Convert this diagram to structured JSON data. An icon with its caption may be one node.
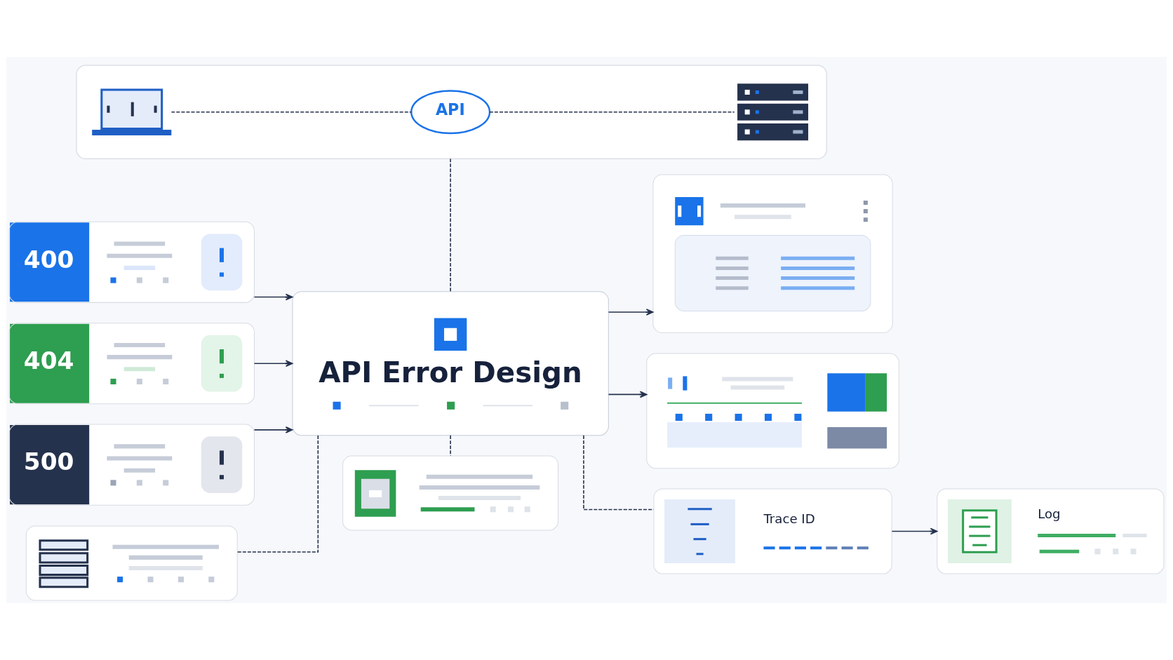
{
  "diagram": {
    "nodes": [
      {
        "text": [],
        "shape": "box"
      },
      {
        "text": [],
        "shape": "picture",
        "in": 0
      },
      {
        "text": [
          "API"
        ],
        "in": 0
      },
      {
        "text": [],
        "shape": "picture",
        "in": 0
      },
      {
        "text": [],
        "shape": "box"
      },
      {
        "text": [
          "400"
        ]
      },
      {
        "text": [
          "404"
        ]
      },
      {
        "text": [
          "500"
        ]
      },
      {
        "text": [
          "API Error Design"
        ]
      },
      {
        "text": [],
        "shape": "box"
      },
      {
        "text": [],
        "shape": "box"
      },
      {
        "text": [],
        "shape": "box"
      },
      {
        "text": [
          "Trace ID"
        ]
      },
      {
        "text": [
          "Log"
        ]
      }
    ],
    "edges": [
      {
        "from": 1,
        "to": 2,
        "arrow": "none",
        "style": "dashed"
      },
      {
        "from": 2,
        "to": 3,
        "arrow": "none",
        "style": "dashed"
      },
      {
        "from": 0,
        "to": 8,
        "arrow": "none",
        "style": "dashed"
      },
      {
        "from": 5,
        "to": 8,
        "arrow": "to"
      },
      {
        "from": 6,
        "to": 8,
        "arrow": "to"
      },
      {
        "from": 7,
        "to": 8,
        "arrow": "to"
      },
      {
        "from": 8,
        "to": 4,
        "arrow": "to"
      },
      {
        "from": 8,
        "to": 9,
        "arrow": "to"
      },
      {
        "from": 8,
        "to": 10,
        "arrow": "none",
        "style": "dashed"
      },
      {
        "from": 8,
        "to": 11,
        "arrow": "none",
        "style": "dashed"
      },
      {
        "from": 8,
        "to": 12,
        "arrow": "none",
        "style": "dashed"
      },
      {
        "from": 12,
        "to": 13,
        "arrow": "to"
      }
    ]
  }
}
